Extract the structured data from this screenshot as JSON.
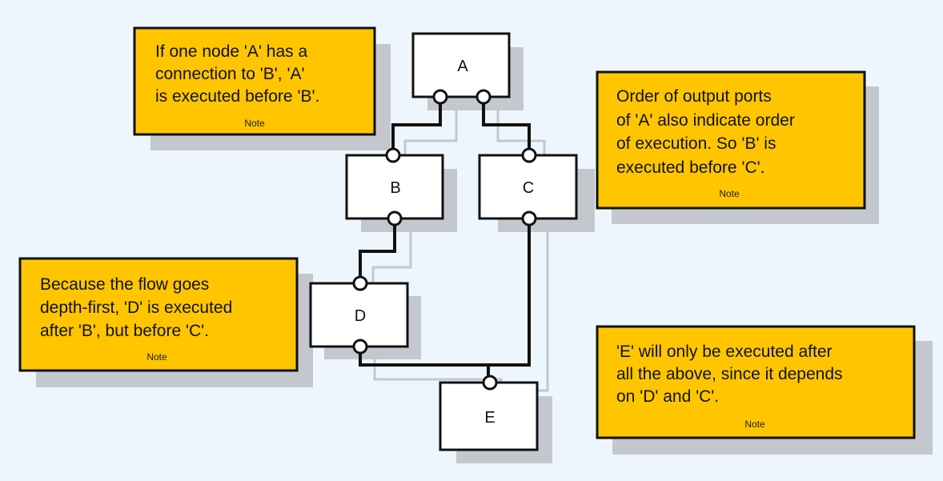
{
  "colors": {
    "background": "#eef6fd",
    "note_fill": "#ffc600",
    "node_fill": "#ffffff",
    "border": "#111111",
    "shadow": "#c4c8ce",
    "edge": "#111111",
    "edge_shadow": "#c4c8ce"
  },
  "nodes": {
    "a": {
      "label": "A"
    },
    "b": {
      "label": "B"
    },
    "c": {
      "label": "C"
    },
    "d": {
      "label": "D"
    },
    "e": {
      "label": "E"
    }
  },
  "notes": {
    "n1": {
      "lines": [
        "If one node 'A' has a",
        "connection to 'B', 'A'",
        "is executed before 'B'."
      ],
      "label": "Note"
    },
    "n2": {
      "lines": [
        "Order of output ports",
        "of 'A' also indicate order",
        "of execution. So 'B' is",
        "executed before 'C'."
      ],
      "label": "Note"
    },
    "n3": {
      "lines": [
        "Because the flow goes",
        "depth-first, 'D' is executed",
        "after 'B', but before 'C'."
      ],
      "label": "Note"
    },
    "n4": {
      "lines": [
        "'E' will only be executed after",
        "all the above, since it depends",
        "on 'D' and 'C'."
      ],
      "label": "Note"
    }
  }
}
